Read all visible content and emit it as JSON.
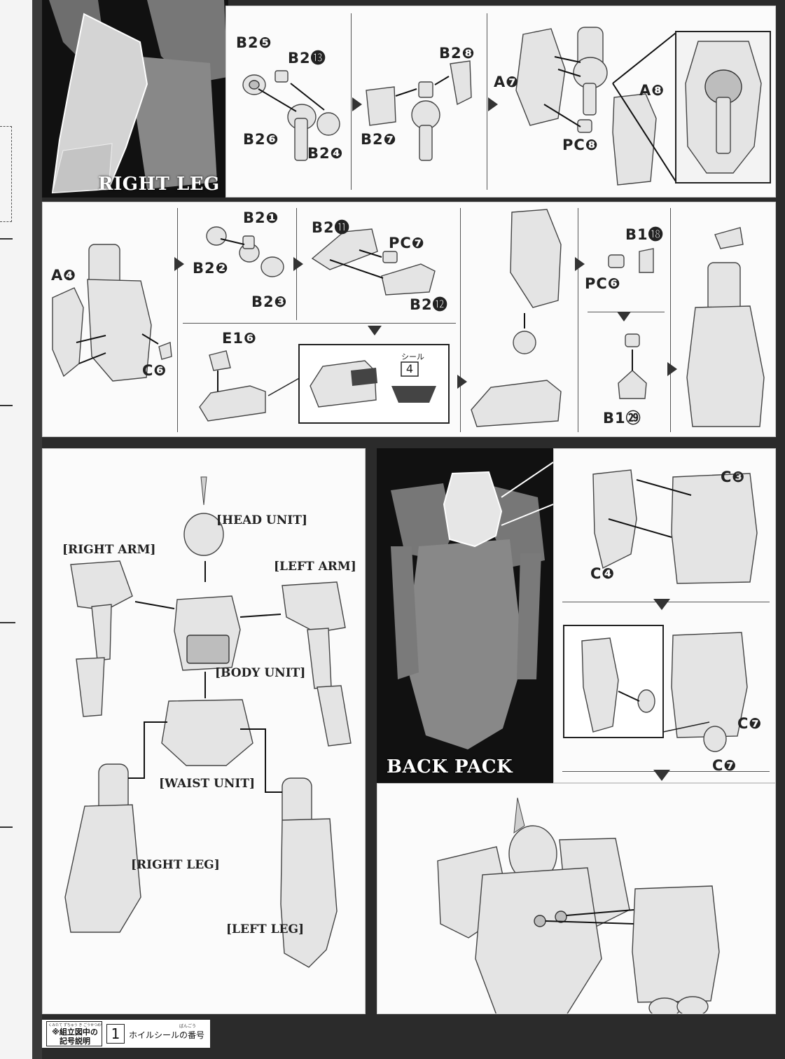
{
  "sections": {
    "right_leg_title": "RIGHT LEG",
    "back_pack_title": "BACK PACK"
  },
  "right_leg_row1": {
    "step1": [
      "B2❺",
      "B2⓭",
      "B2❻",
      "B2❹"
    ],
    "step2": [
      "B2❽",
      "B2❼"
    ],
    "step3": [
      "A❼",
      "A❽",
      "PC❽"
    ]
  },
  "right_leg_row2": {
    "step1": [
      "A❹",
      "C❻"
    ],
    "step2": [
      "B2❶",
      "B2❷",
      "B2❸"
    ],
    "step3": [
      "B2⓫",
      "PC❼",
      "B2⓬"
    ],
    "step4": [
      "E1❻"
    ],
    "sticker_label": "シール",
    "sticker_number": "4",
    "step5": [
      "B1⓲",
      "PC❻",
      "B1㉙"
    ]
  },
  "assembly": {
    "head": "[HEAD UNIT]",
    "right_arm": "[RIGHT ARM]",
    "left_arm": "[LEFT ARM]",
    "body": "[BODY UNIT]",
    "waist": "[WAIST UNIT]",
    "right_leg": "[RIGHT LEG]",
    "left_leg": "[LEFT LEG]"
  },
  "backpack": {
    "parts_top": [
      "C❸",
      "C❹"
    ],
    "parts_mid": [
      "C❼",
      "C❼"
    ]
  },
  "footer": {
    "legend_title": "※組立図中の記号説明",
    "legend_ruby": "くみたて ずちゅう き ごうせつめい",
    "sticker_box": "1",
    "sticker_desc": "ホイルシールの番号",
    "sticker_ruby": "ばんごう"
  }
}
